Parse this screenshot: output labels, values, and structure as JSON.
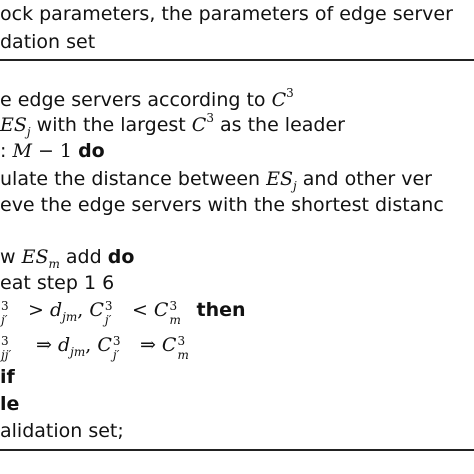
{
  "lines": {
    "l1": "ock parameters, the parameters of edge server",
    "l2": "dation set",
    "l3_pre": "e edge servers according to ",
    "l4_mid": " with the largest ",
    "l4_post": " as the leader",
    "l5_pre": ": ",
    "l5_do": "do",
    "l6_pre": "ulate the distance between ",
    "l6_post": " and other ver",
    "l7": "eve the edge servers with the shortest distanc",
    "l8_pre": "w ",
    "l8_add": " add ",
    "l8_do": "do",
    "l9": "eat step 1   6",
    "l10_then": "then",
    "l11_then_text": "",
    "l12": "if",
    "l13": "le",
    "l14": "alidation set;"
  },
  "math": {
    "C": "C",
    "three": "3",
    "ES": "ES",
    "j": "j",
    "m": "m",
    "M": "M",
    "minus": " − 1 ",
    "gt": " > ",
    "lt": " < ",
    "d": "d",
    "jm": "jm",
    "jprime": "j′",
    "jjprime": "jj′",
    "arrow": " ⇒ ",
    "comma": ", "
  }
}
